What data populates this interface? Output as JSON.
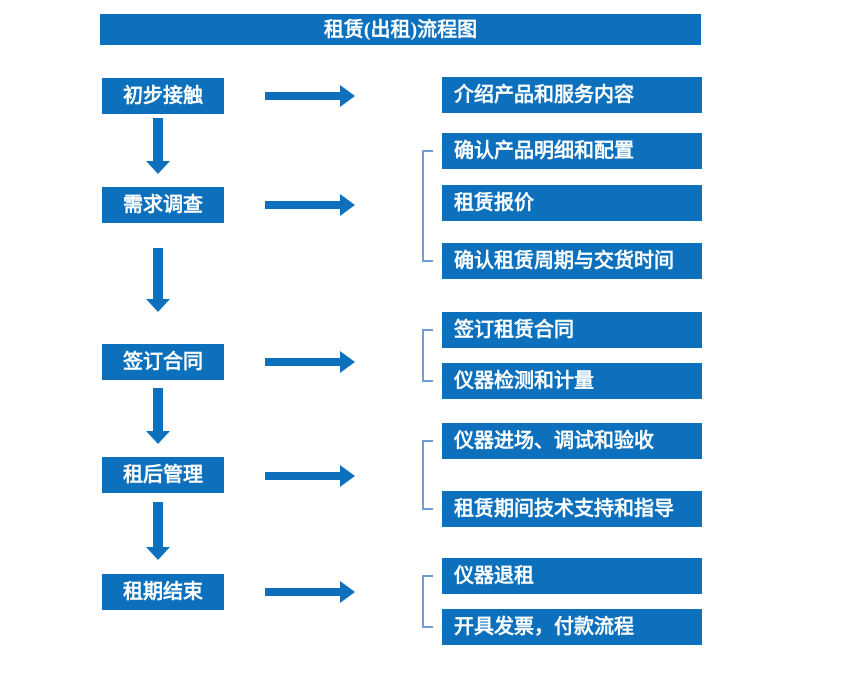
{
  "title": "租赁(出租)流程图",
  "colors": {
    "primary": "#0d70bd",
    "bracket": "#6f9ed4",
    "text_on_primary": "#ffffff",
    "background": "#ffffff"
  },
  "steps": [
    {
      "label": "初步接触",
      "details": [
        "介绍产品和服务内容"
      ]
    },
    {
      "label": "需求调查",
      "details": [
        "确认产品明细和配置",
        "租赁报价",
        "确认租赁周期与交货时间"
      ]
    },
    {
      "label": "签订合同",
      "details": [
        "签订租赁合同",
        "仪器检测和计量"
      ]
    },
    {
      "label": "租后管理",
      "details": [
        "仪器进场、调试和验收",
        "租赁期间技术支持和指导"
      ]
    },
    {
      "label": "租期结束",
      "details": [
        "仪器退租",
        "开具发票，付款流程"
      ]
    }
  ]
}
